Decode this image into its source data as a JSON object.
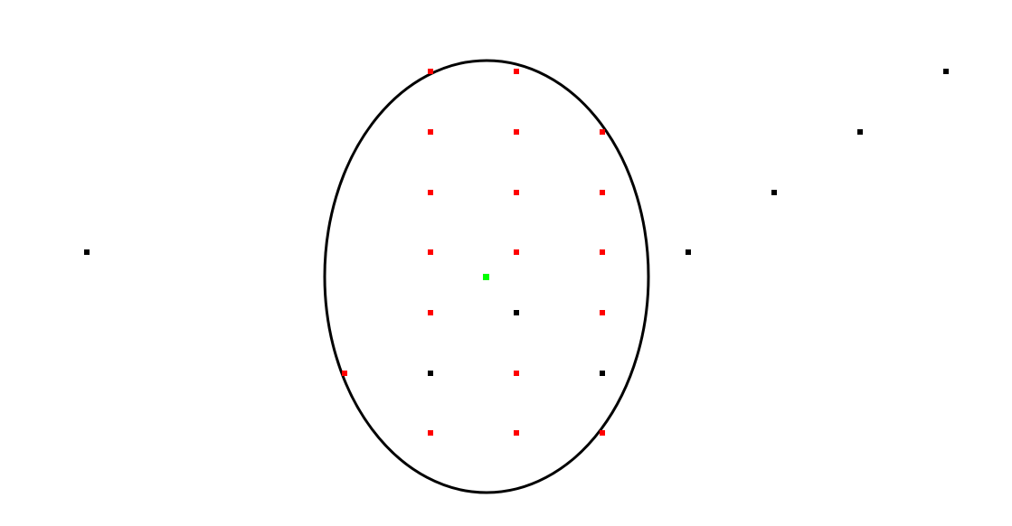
{
  "colors": {
    "background": "#ffffff",
    "outline": "#000000",
    "selected": "#ff0000",
    "unselected": "#000000",
    "center": "#00ff00"
  },
  "diagram": {
    "ellipse": {
      "stroke": "#000000",
      "fill": "none"
    },
    "points": [
      {
        "id": "p1",
        "state": "unselected"
      },
      {
        "id": "p2",
        "state": "unselected"
      },
      {
        "id": "p3",
        "state": "unselected"
      },
      {
        "id": "p4",
        "state": "unselected"
      },
      {
        "id": "p5",
        "state": "unselected"
      },
      {
        "id": "p6",
        "state": "selected"
      },
      {
        "id": "p7",
        "state": "selected"
      },
      {
        "id": "p8",
        "state": "selected"
      },
      {
        "id": "p9",
        "state": "selected"
      },
      {
        "id": "p10",
        "state": "selected"
      },
      {
        "id": "p11",
        "state": "selected"
      },
      {
        "id": "p12",
        "state": "selected"
      },
      {
        "id": "p13",
        "state": "selected"
      },
      {
        "id": "p14",
        "state": "selected"
      },
      {
        "id": "p15",
        "state": "selected"
      },
      {
        "id": "p16",
        "state": "selected"
      },
      {
        "id": "p17",
        "state": "selected"
      },
      {
        "id": "p18",
        "state": "unselected"
      },
      {
        "id": "p19",
        "state": "selected"
      },
      {
        "id": "p20",
        "state": "selected"
      },
      {
        "id": "p21",
        "state": "unselected"
      },
      {
        "id": "p22",
        "state": "selected"
      },
      {
        "id": "p23",
        "state": "unselected"
      },
      {
        "id": "p24",
        "state": "selected"
      },
      {
        "id": "p25",
        "state": "selected"
      },
      {
        "id": "p26",
        "state": "selected"
      }
    ],
    "center": {
      "state": "center"
    }
  }
}
